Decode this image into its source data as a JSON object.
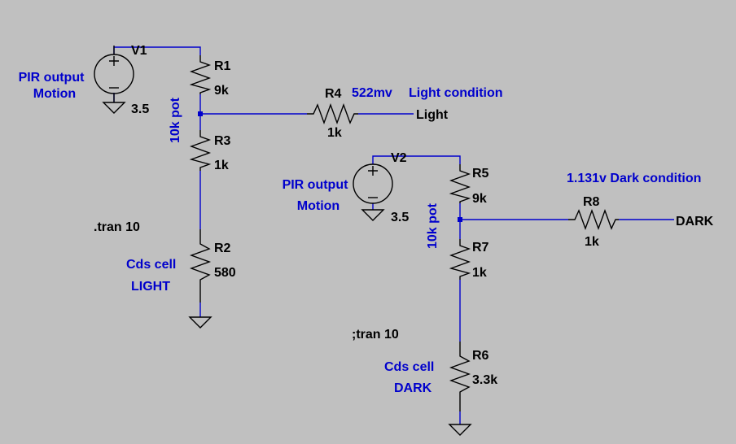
{
  "schematic": {
    "circuit1": {
      "source": {
        "name": "V1",
        "value": "3.5",
        "label_line1": "PIR output",
        "label_line2": "Motion"
      },
      "r1": {
        "name": "R1",
        "value": "9k"
      },
      "r3": {
        "name": "R3",
        "value": "1k"
      },
      "r2": {
        "name": "R2",
        "value": "580"
      },
      "r4": {
        "name": "R4",
        "value": "1k"
      },
      "pot_label": "10k pot",
      "measurement": "522mv",
      "condition": "Light condition",
      "output_label": "Light",
      "cell_line1": "Cds cell",
      "cell_line2": "LIGHT",
      "directive": ".tran 10"
    },
    "circuit2": {
      "source": {
        "name": "V2",
        "value": "3.5",
        "label_line1": "PIR output",
        "label_line2": "Motion"
      },
      "r5": {
        "name": "R5",
        "value": "9k"
      },
      "r7": {
        "name": "R7",
        "value": "1k"
      },
      "r6": {
        "name": "R6",
        "value": "3.3k"
      },
      "r8": {
        "name": "R8",
        "value": "1k"
      },
      "pot_label": "10k pot",
      "condition": "1.131v Dark condition",
      "output_label": "DARK",
      "cell_line1": "Cds cell",
      "cell_line2": "DARK",
      "directive": ";tran 10"
    }
  },
  "colors": {
    "background": "#c0c0c0",
    "wire": "#0000cc",
    "component": "#000000",
    "annotation": "#0000cc"
  }
}
